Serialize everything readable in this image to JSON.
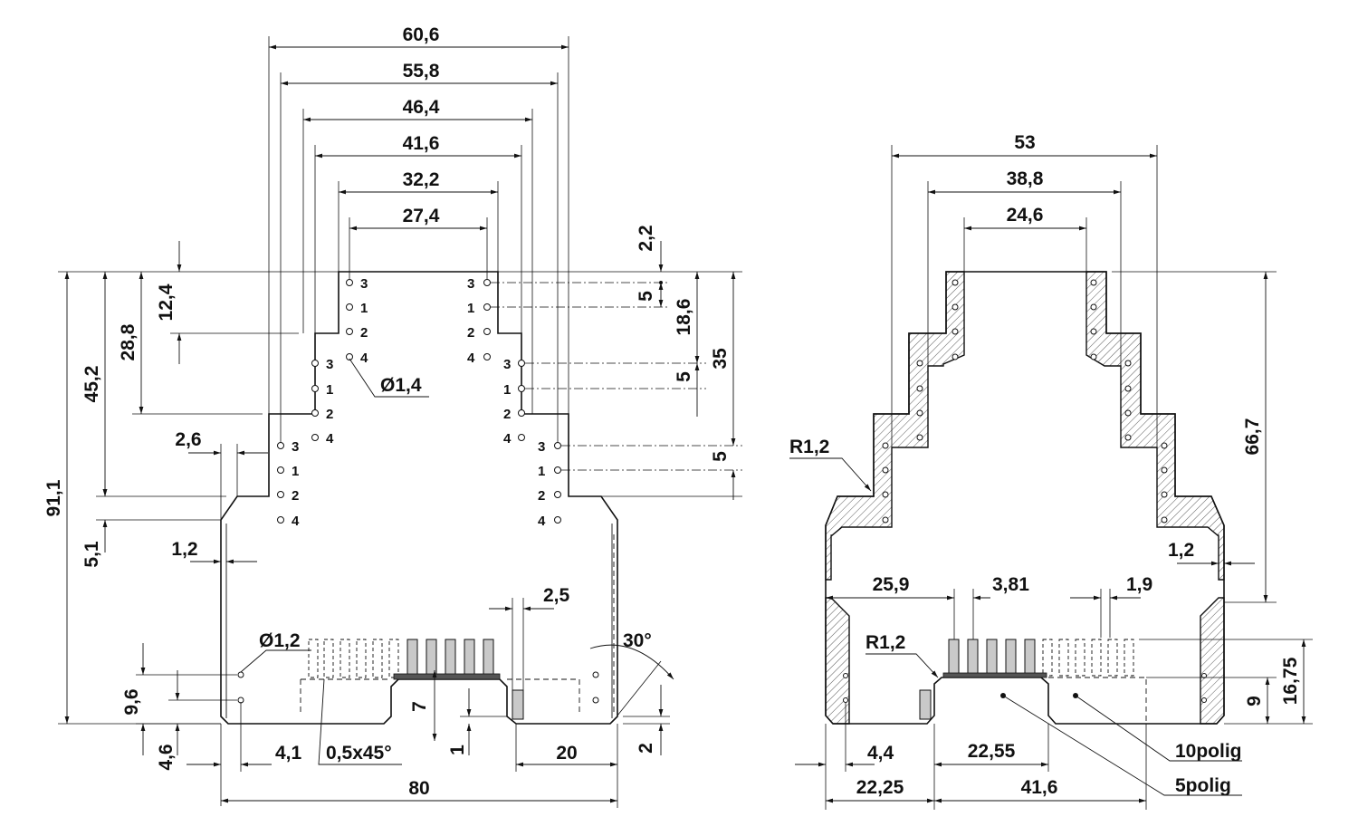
{
  "left_view": {
    "widths": [
      "60,6",
      "55,8",
      "46,4",
      "41,6",
      "32,2",
      "27,4"
    ],
    "right_vertical": [
      "2,2",
      "5",
      "18,6",
      "5",
      "35",
      "5"
    ],
    "left_vertical": [
      "12,4",
      "28,8",
      "45,2",
      "91,1",
      "5,1"
    ],
    "small_dims": {
      "d_2_6": "2,6",
      "d_1_2": "1,2",
      "d_dia_1_4": "Ø1,4",
      "d_dia_1_2": "Ø1,2",
      "d_2_5": "2,5",
      "d_30": "30°",
      "d_9_6": "9,6",
      "d_4_6": "4,6",
      "d_4_1": "4,1",
      "d_chamfer": "0,5x45°",
      "d_7": "7",
      "d_1": "1",
      "d_20": "20",
      "d_2": "2",
      "d_80": "80"
    },
    "pin_labels": [
      "3",
      "1",
      "2",
      "4"
    ]
  },
  "right_view": {
    "widths": [
      "53",
      "38,8",
      "24,6"
    ],
    "dims": {
      "r1": "R1,2",
      "r2": "R1,2",
      "h_66_7": "66,7",
      "w_1_2": "1,2",
      "w_25_9": "25,9",
      "w_3_81": "3,81",
      "w_1_9": "1,9",
      "h_16_75": "16,75",
      "h_9": "9",
      "w_4_4": "4,4",
      "w_22_55": "22,55",
      "w_22_25": "22,25",
      "w_41_6": "41,6",
      "label_10polig": "10polig",
      "label_5polig": "5polig"
    }
  }
}
